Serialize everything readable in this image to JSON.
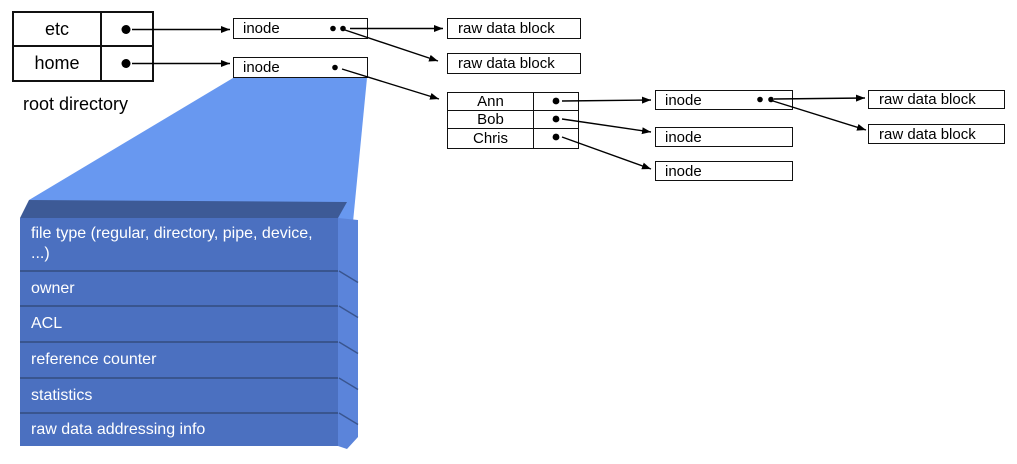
{
  "root_directory": {
    "label": "root directory",
    "entries": [
      "etc",
      "home"
    ]
  },
  "labels": {
    "inode": "inode",
    "raw_data_block": "raw data block"
  },
  "home_directory": {
    "entries": [
      "Ann",
      "Bob",
      "Chris"
    ]
  },
  "inode_contents": {
    "rows": [
      "file type (regular, directory, pipe, device, ...)",
      "owner",
      "ACL",
      "reference counter",
      "statistics",
      "raw data addressing info"
    ]
  },
  "colors": {
    "beam": "#6898f0",
    "stack_front": "#4b70c0",
    "stack_top": "#3d5a96",
    "stack_side": "#5b84da",
    "stack_separator": "#39558f",
    "stack_text": "#ffffff",
    "line": "#000000"
  }
}
